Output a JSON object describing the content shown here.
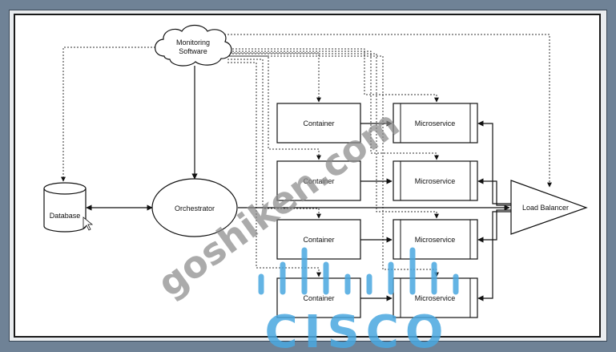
{
  "diagram": {
    "monitoring": "Monitoring\nSoftware",
    "database": "Database",
    "orchestrator": "Orchestrator",
    "load_balancer": "Load Balancer",
    "containers": [
      "Container",
      "Container",
      "Container",
      "Container"
    ],
    "microservices": [
      "Microservice",
      "Microservice",
      "Microservice",
      "Microservice"
    ]
  },
  "watermark": {
    "site": "goshiken.com",
    "brand": "CISCO",
    "site_color": "#8c8c8c",
    "brand_color": "#4aa8e0"
  }
}
